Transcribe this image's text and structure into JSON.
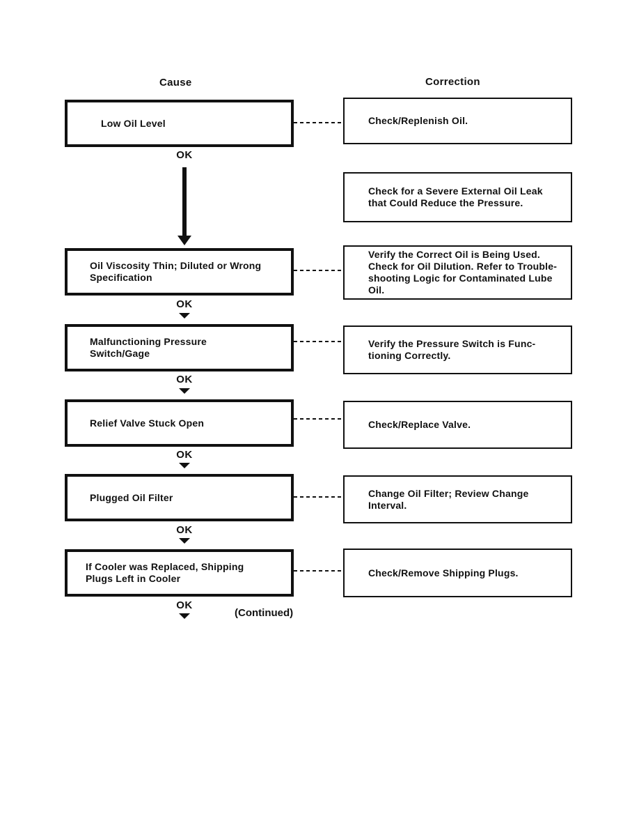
{
  "headers": {
    "cause": "Cause",
    "correction": "Correction"
  },
  "labels": {
    "ok": "OK",
    "continued": "(Continued)"
  },
  "flowchart": {
    "causes": [
      {
        "text": "Low Oil Level"
      },
      {
        "text": "Oil Viscosity Thin; Diluted or Wrong\nSpecification"
      },
      {
        "text": "Malfunctioning Pressure\nSwitch/Gage"
      },
      {
        "text": "Relief Valve Stuck Open"
      },
      {
        "text": "Plugged Oil Filter"
      },
      {
        "text": "If Cooler was Replaced, Shipping\nPlugs Left in Cooler"
      }
    ],
    "corrections": [
      {
        "text": "Check/Replenish Oil."
      },
      {
        "text": "Check for a Severe External Oil Leak\nthat Could Reduce the Pressure."
      },
      {
        "text": "Verify the Correct Oil is Being Used.\nCheck for Oil Dilution. Refer to Trouble-\nshooting Logic for Contaminated Lube\nOil."
      },
      {
        "text": "Verify the Pressure Switch is Func-\ntioning Correctly."
      },
      {
        "text": "Check/Replace Valve."
      },
      {
        "text": "Change Oil Filter; Review Change\nInterval."
      },
      {
        "text": "Check/Remove Shipping Plugs."
      }
    ]
  },
  "colors": {
    "ink": "#111111",
    "background": "#ffffff"
  }
}
